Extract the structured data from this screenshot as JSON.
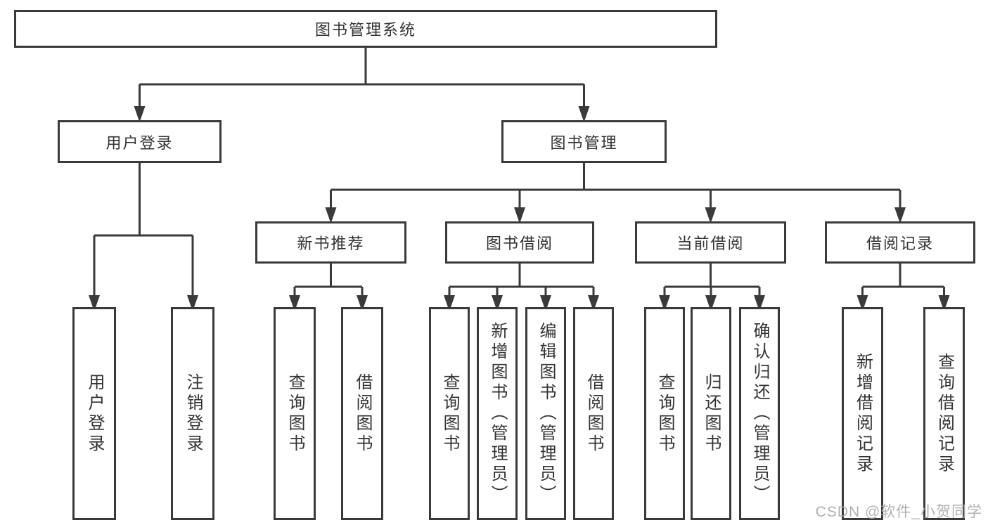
{
  "tree": {
    "label": "图书管理系统",
    "children": [
      {
        "label": "用户登录",
        "children": [
          {
            "label": "用户登录"
          },
          {
            "label": "注销登录"
          }
        ]
      },
      {
        "label": "图书管理",
        "children": [
          {
            "label": "新书推荐",
            "children": [
              {
                "label": "查询图书"
              },
              {
                "label": "借阅图书"
              }
            ]
          },
          {
            "label": "图书借阅",
            "children": [
              {
                "label": "查询图书"
              },
              {
                "label": "新增图书（管理员）"
              },
              {
                "label": "编辑图书（管理员）"
              },
              {
                "label": "借阅图书"
              }
            ]
          },
          {
            "label": "当前借阅",
            "children": [
              {
                "label": "查询图书"
              },
              {
                "label": "归还图书"
              },
              {
                "label": "确认归还（管理员）"
              }
            ]
          },
          {
            "label": "借阅记录",
            "children": [
              {
                "label": "新增借阅记录"
              },
              {
                "label": "查询借阅记录"
              }
            ]
          }
        ]
      }
    ]
  },
  "watermark": "CSDN @软件_小贺同学",
  "colors": {
    "border": "#3a3a3a",
    "text": "#333333",
    "watermark": "#a9a9a9",
    "background": "#ffffff"
  }
}
